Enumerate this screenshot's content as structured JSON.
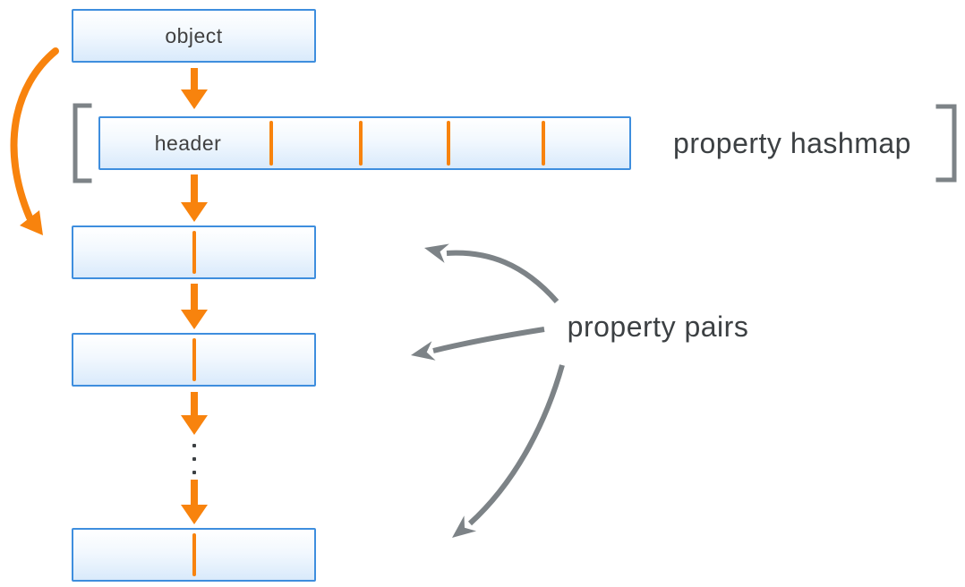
{
  "colors": {
    "orange": "#F8830D",
    "blue-border": "#3E8EDE",
    "box-top": "#FFFFFF",
    "box-bottom": "#D9EAFB",
    "gray": "#7D8387",
    "text": "#3C4043"
  },
  "labels": {
    "object": "object",
    "header": "header",
    "property_hashmap": "property hashmap",
    "property_pairs": "property pairs"
  }
}
